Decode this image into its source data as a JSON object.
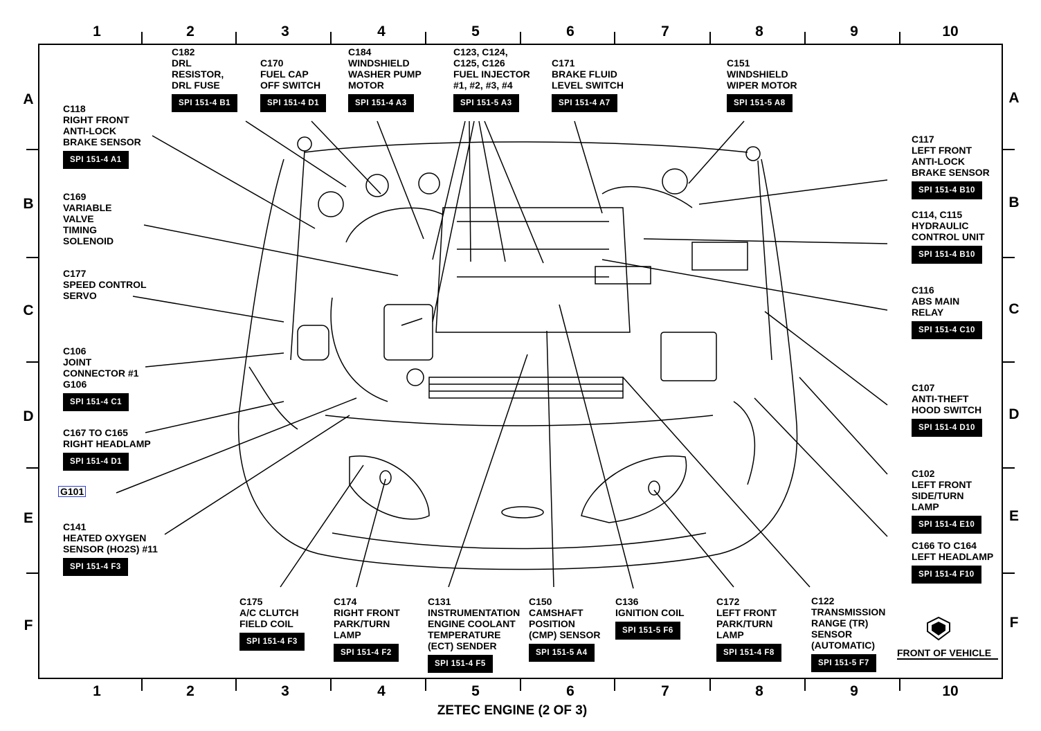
{
  "title": "ZETEC ENGINE (2 OF 3)",
  "columns": [
    "1",
    "2",
    "3",
    "4",
    "5",
    "6",
    "7",
    "8",
    "9",
    "10"
  ],
  "rows": [
    "A",
    "B",
    "C",
    "D",
    "E",
    "F"
  ],
  "front_label": "FRONT OF VEHICLE",
  "g101_label": "G101",
  "callouts": {
    "c182": {
      "label": "C182\nDRL\nRESISTOR,\nDRL FUSE",
      "ref": "SPI 151-4 B1"
    },
    "c170": {
      "label": "C170\nFUEL CAP\nOFF SWITCH",
      "ref": "SPI 151-4 D1"
    },
    "c184": {
      "label": "C184\nWINDSHIELD\nWASHER PUMP\nMOTOR",
      "ref": "SPI 151-4 A3"
    },
    "c123": {
      "label": "C123, C124,\nC125, C126\nFUEL INJECTOR\n#1, #2, #3, #4",
      "ref": "SPI 151-5 A3"
    },
    "c171": {
      "label": "C171\nBRAKE FLUID\nLEVEL SWITCH",
      "ref": "SPI 151-4 A7"
    },
    "c151": {
      "label": "C151\nWINDSHIELD\nWIPER MOTOR",
      "ref": "SPI 151-5 A8"
    },
    "c118": {
      "label": "C118\nRIGHT FRONT\nANTI-LOCK\nBRAKE SENSOR",
      "ref": "SPI 151-4 A1"
    },
    "c169": {
      "label": "C169\nVARIABLE\nVALVE\nTIMING\nSOLENOID",
      "ref": ""
    },
    "c177": {
      "label": "C177\nSPEED CONTROL\nSERVO",
      "ref": ""
    },
    "c106": {
      "label": "C106\nJOINT\nCONNECTOR #1\nG106",
      "ref": "SPI 151-4 C1"
    },
    "c167": {
      "label": "C167 TO C165\nRIGHT HEADLAMP",
      "ref": "SPI 151-4 D1"
    },
    "c141": {
      "label": "C141\nHEATED OXYGEN\nSENSOR (HO2S) #11",
      "ref": "SPI 151-4 F3"
    },
    "c117": {
      "label": "C117\nLEFT FRONT\nANTI-LOCK\nBRAKE SENSOR",
      "ref": "SPI 151-4 B10"
    },
    "c114": {
      "label": "C114, C115\nHYDRAULIC\nCONTROL UNIT",
      "ref": "SPI 151-4 B10"
    },
    "c116": {
      "label": "C116\nABS MAIN\nRELAY",
      "ref": "SPI 151-4 C10"
    },
    "c107": {
      "label": "C107\nANTI-THEFT\nHOOD SWITCH",
      "ref": "SPI 151-4 D10"
    },
    "c102": {
      "label": "C102\nLEFT FRONT\nSIDE/TURN\nLAMP",
      "ref": "SPI 151-4 E10"
    },
    "c166": {
      "label": "C166 TO C164\nLEFT HEADLAMP",
      "ref": "SPI 151-4 F10"
    },
    "c175": {
      "label": "C175\nA/C CLUTCH\nFIELD COIL",
      "ref": "SPI 151-4 F3"
    },
    "c174": {
      "label": "C174\nRIGHT FRONT\nPARK/TURN\nLAMP",
      "ref": "SPI 151-4 F2"
    },
    "c131": {
      "label": "C131\nINSTRUMENTATION\nENGINE COOLANT\nTEMPERATURE\n(ECT) SENDER",
      "ref": "SPI 151-4 F5"
    },
    "c150": {
      "label": "C150\nCAMSHAFT\nPOSITION\n(CMP) SENSOR",
      "ref": "SPI 151-5 A4"
    },
    "c136": {
      "label": "C136\nIGNITION COIL",
      "ref": "SPI 151-5 F6"
    },
    "c172": {
      "label": "C172\nLEFT FRONT\nPARK/TURN\nLAMP",
      "ref": "SPI 151-4 F8"
    },
    "c122": {
      "label": "C122\nTRANSMISSION\nRANGE (TR)\nSENSOR\n(AUTOMATIC)",
      "ref": "SPI 151-5 F7"
    }
  }
}
